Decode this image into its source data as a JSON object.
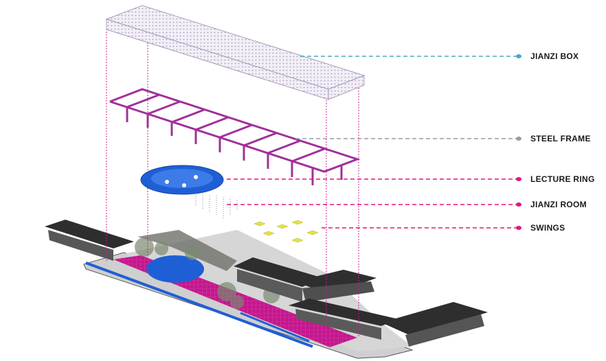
{
  "labels": [
    {
      "text": "JIANZI BOX",
      "color": "#4aa8c0"
    },
    {
      "text": "STEEL FRAME",
      "color": "#9a9aaa"
    },
    {
      "text": "LECTURE RING",
      "color": "#e0157f"
    },
    {
      "text": "JIANZI ROOM",
      "color": "#e0157f"
    },
    {
      "text": "SWINGS",
      "color": "#e0157f"
    }
  ],
  "colors": {
    "magenta": "#c8158c",
    "frame": "#a0309a",
    "blue": "#1f5fd6",
    "swing": "#e6e04a",
    "roof": "#3a3a3a",
    "plaza": "#c9c9c9"
  }
}
